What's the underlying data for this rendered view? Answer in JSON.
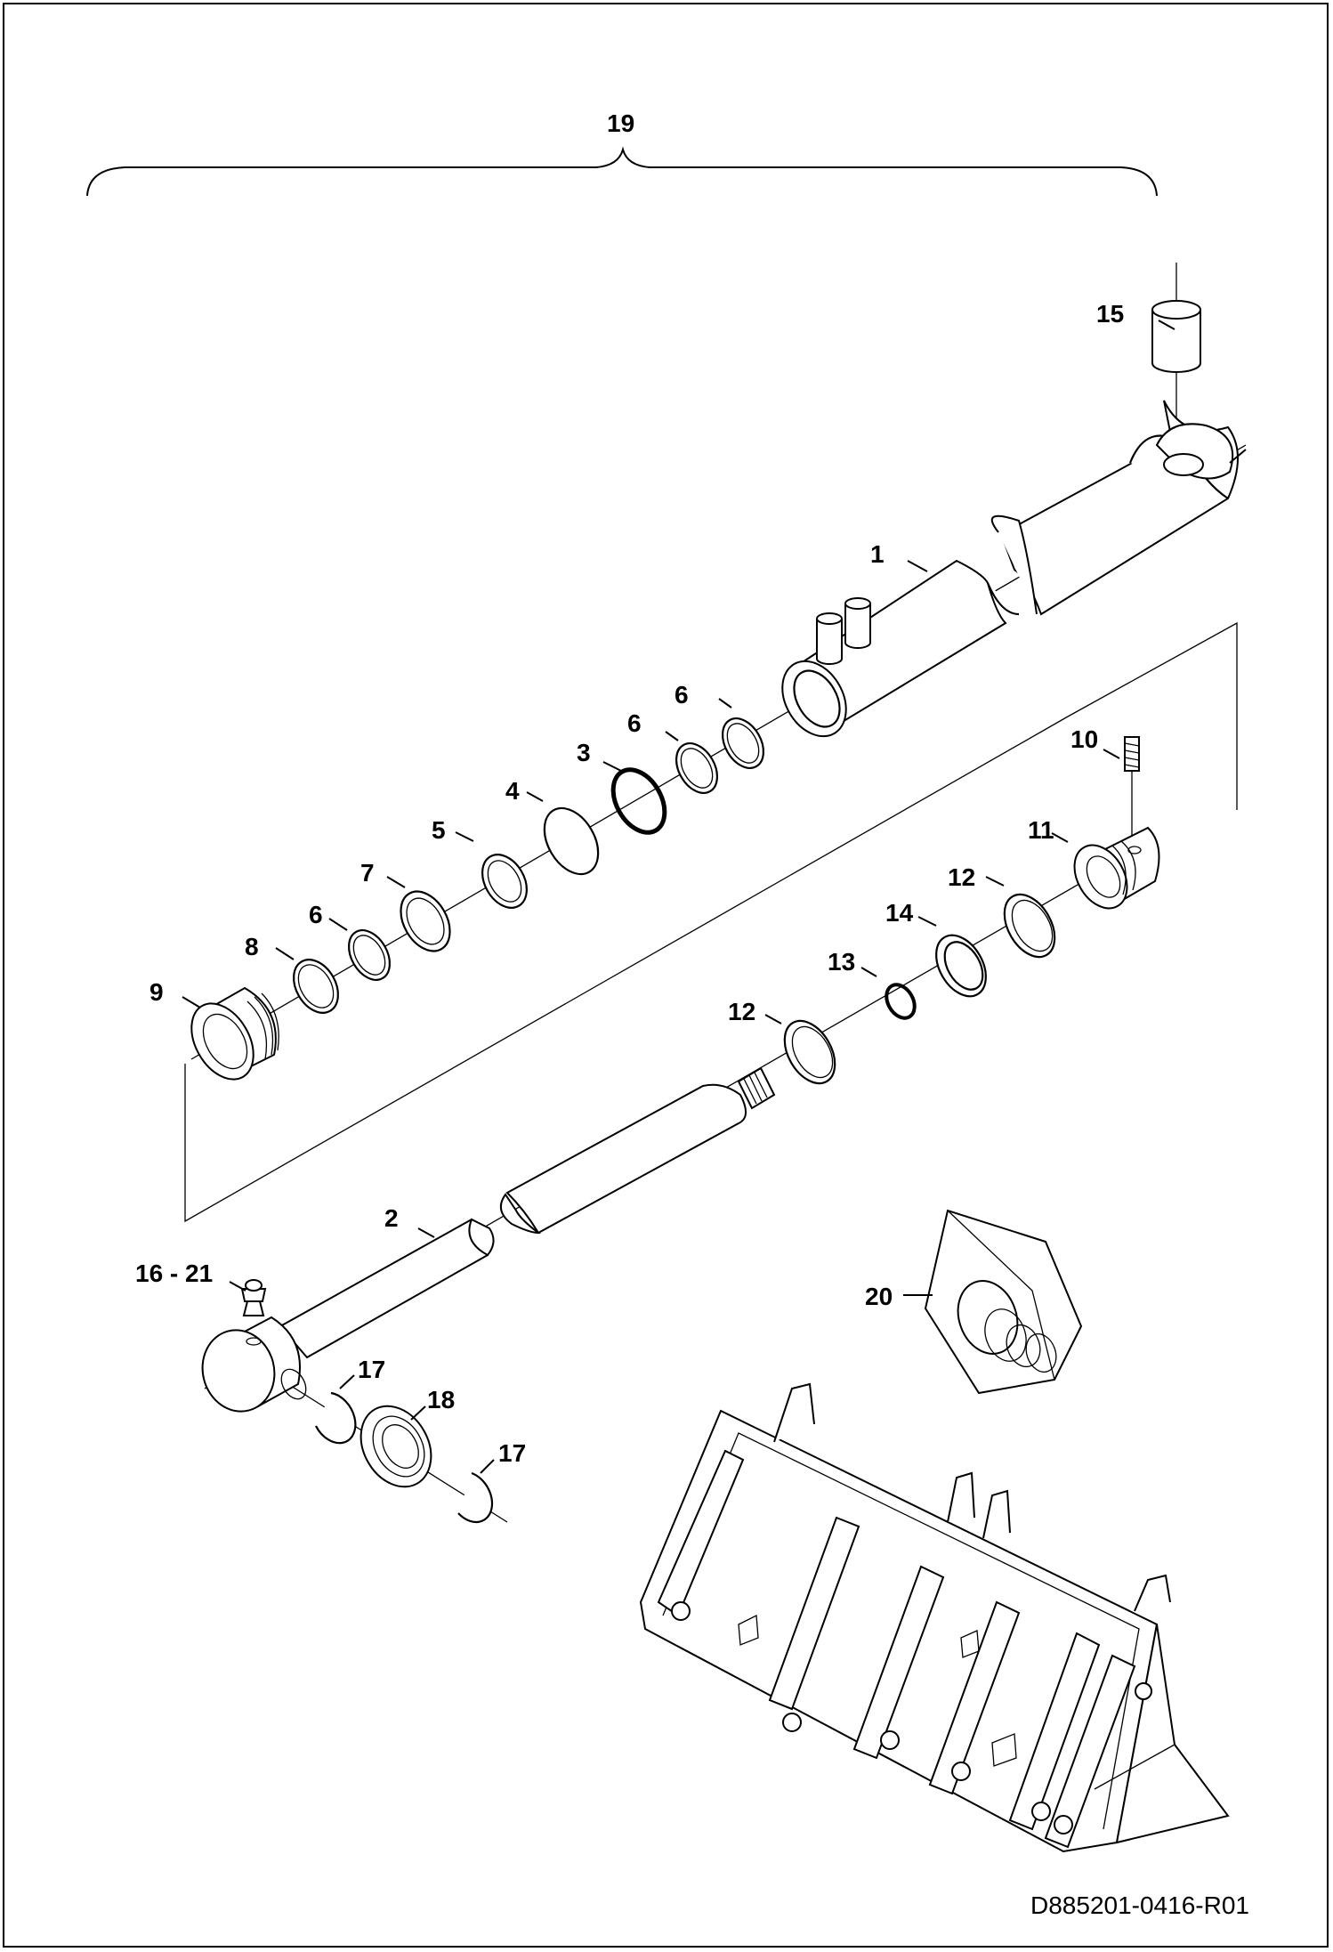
{
  "callouts": {
    "c1": "1",
    "c2": "2",
    "c3": "3",
    "c4": "4",
    "c5": "5",
    "c6a": "6",
    "c6b": "6",
    "c6c": "6",
    "c7": "7",
    "c8": "8",
    "c9": "9",
    "c10": "10",
    "c11": "11",
    "c12a": "12",
    "c12b": "12",
    "c13": "13",
    "c14": "14",
    "c15": "15",
    "c16_21": "16 - 21",
    "c17a": "17",
    "c17b": "17",
    "c18": "18",
    "c19": "19",
    "c20": "20"
  },
  "drawing_code": "D885201-0416-R01"
}
